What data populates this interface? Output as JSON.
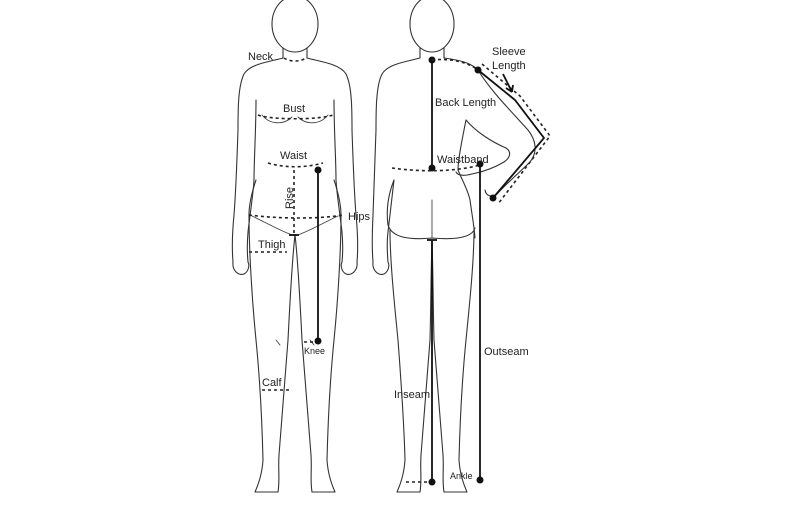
{
  "labels": {
    "neck": "Neck",
    "bust": "Bust",
    "waist": "Waist",
    "rise": "Rise",
    "hips": "Hips",
    "thigh": "Thigh",
    "knee": "Knee",
    "calf": "Calf",
    "sleeve_length_1": "Sleeve",
    "sleeve_length_2": "Length",
    "back_length": "Back Length",
    "waistband": "Waistband",
    "outseam": "Outseam",
    "inseam": "Inseam",
    "ankle": "Ankle"
  }
}
